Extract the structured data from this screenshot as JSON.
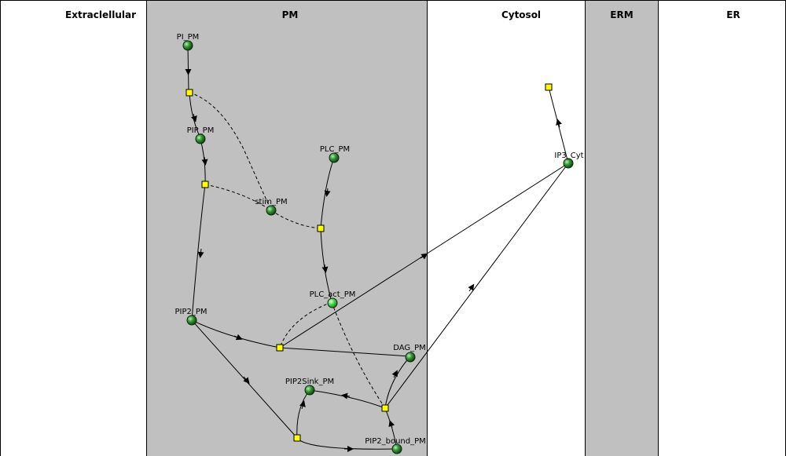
{
  "lanes": [
    {
      "id": "extracellular",
      "label": "Extraclellular",
      "fill": "#ffffff"
    },
    {
      "id": "pm",
      "label": "PM",
      "fill": "#c0c0c0"
    },
    {
      "id": "cytosol",
      "label": "Cytosol",
      "fill": "#ffffff"
    },
    {
      "id": "erm",
      "label": "ERM",
      "fill": "#c0c0c0"
    },
    {
      "id": "er",
      "label": "ER",
      "fill": "#ffffff"
    }
  ],
  "species": [
    {
      "id": "pi_pm",
      "label": "PI_PM",
      "color": "dark-green"
    },
    {
      "id": "pip_pm",
      "label": "PIP_PM",
      "color": "dark-green"
    },
    {
      "id": "plc_pm",
      "label": "PLC_PM",
      "color": "dark-green"
    },
    {
      "id": "stim_pm",
      "label": "stim_PM",
      "color": "dark-green"
    },
    {
      "id": "plc_act_pm",
      "label": "PLC_act_PM",
      "color": "light-green"
    },
    {
      "id": "pip2_pm",
      "label": "PIP2_PM",
      "color": "dark-green"
    },
    {
      "id": "dag_pm",
      "label": "DAG_PM",
      "color": "dark-green"
    },
    {
      "id": "pip2sink_pm",
      "label": "PIP2Sink_PM",
      "color": "dark-green"
    },
    {
      "id": "pip2_bound_pm",
      "label": "PIP2_bound_PM",
      "color": "dark-green"
    },
    {
      "id": "ip3_cyt",
      "label": "IP3_Cyt",
      "color": "dark-green"
    }
  ],
  "colors": {
    "lane_gray": "#c0c0c0",
    "reaction_node": "#ffff00",
    "species_dark": "#2f8a2f",
    "species_light": "#4fe04f"
  }
}
